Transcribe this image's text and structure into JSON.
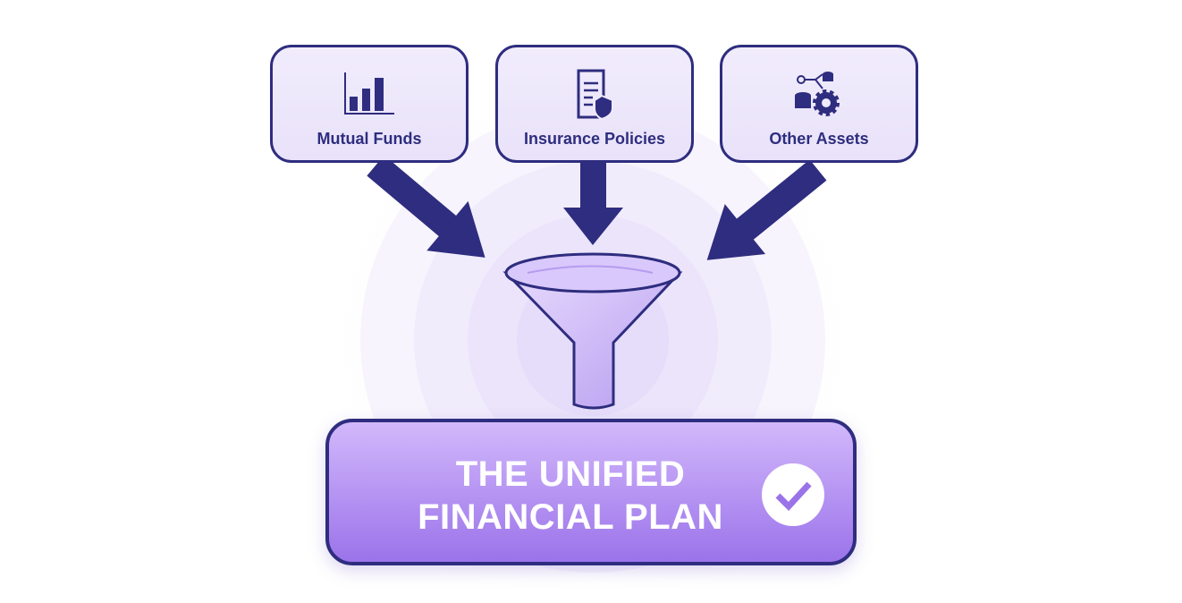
{
  "sources": [
    {
      "label": "Mutual Funds",
      "icon": "bar-chart-icon"
    },
    {
      "label": "Insurance Policies",
      "icon": "document-shield-icon"
    },
    {
      "label": "Other Assets",
      "icon": "database-gear-icon"
    }
  ],
  "result": {
    "line1": "THE UNIFIED",
    "line2": "FINANCIAL PLAN",
    "icon": "checkmark-circle-icon"
  },
  "colors": {
    "navy": "#2e2d7f",
    "purple_light": "#d2b8fb",
    "purple_dark": "#9b73ea"
  }
}
